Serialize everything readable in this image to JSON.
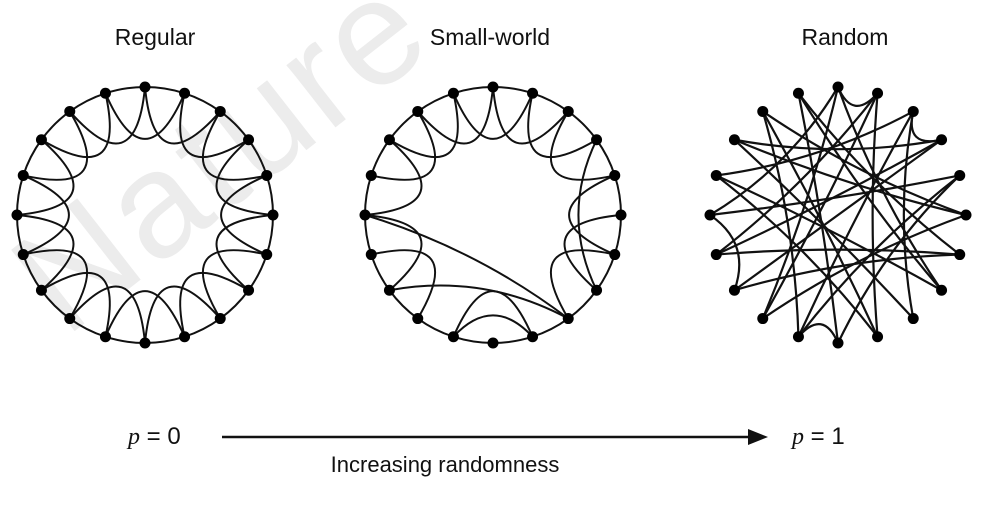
{
  "watermark": "Nature © Macmillan",
  "graphs": [
    {
      "title": "Regular",
      "nodes": 20,
      "removed_edges": [],
      "extra_edges": []
    },
    {
      "title": "Small-world",
      "nodes": 20,
      "removed_edges": [
        [
          7,
          9
        ],
        [
          8,
          10
        ],
        [
          10,
          12
        ],
        [
          11,
          13
        ],
        [
          3,
          5
        ],
        [
          14,
          16
        ]
      ],
      "extra_edges": [
        [
          13,
          8
        ],
        [
          15,
          8
        ],
        [
          3,
          7
        ],
        [
          11,
          9
        ]
      ]
    },
    {
      "title": "Random",
      "nodes": 20,
      "edges": [
        [
          0,
          7
        ],
        [
          0,
          12
        ],
        [
          1,
          9
        ],
        [
          1,
          14
        ],
        [
          2,
          11
        ],
        [
          2,
          16
        ],
        [
          3,
          13
        ],
        [
          3,
          17
        ],
        [
          4,
          15
        ],
        [
          4,
          10
        ],
        [
          5,
          18
        ],
        [
          5,
          12
        ],
        [
          6,
          19
        ],
        [
          6,
          14
        ],
        [
          7,
          16
        ],
        [
          8,
          17
        ],
        [
          8,
          2
        ],
        [
          9,
          18
        ],
        [
          10,
          19
        ],
        [
          11,
          4
        ],
        [
          12,
          1
        ],
        [
          13,
          6
        ],
        [
          14,
          3
        ],
        [
          15,
          0
        ],
        [
          16,
          9
        ],
        [
          17,
          5
        ],
        [
          18,
          11
        ],
        [
          19,
          7
        ],
        [
          2,
          3
        ],
        [
          10,
          11
        ],
        [
          15,
          13
        ],
        [
          0,
          1
        ]
      ]
    }
  ],
  "axis": {
    "p_start_var": "p",
    "p_start_value": "= 0",
    "p_end_var": "p",
    "p_end_value": "= 1",
    "caption": "Increasing randomness"
  }
}
